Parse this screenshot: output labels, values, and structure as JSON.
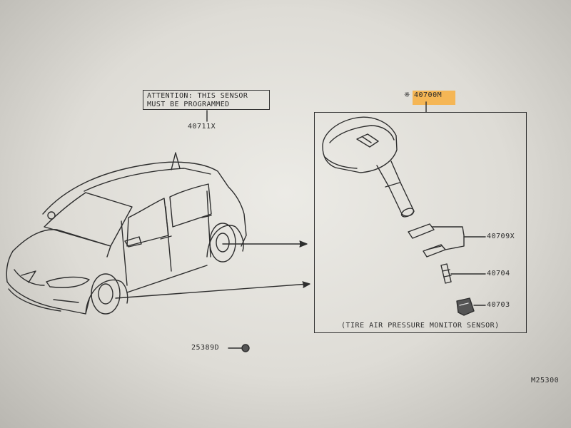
{
  "note": {
    "line1": "ATTENTION: THIS SENSOR",
    "line2": "MUST BE PROGRAMMED"
  },
  "parts": {
    "antenna_ref": "40711X",
    "assembly_ref": "40700M",
    "assembly_mark": "※",
    "cap_ref": "40709X",
    "valve_ref": "40704",
    "nut_ref": "40703",
    "clip_ref": "25389D"
  },
  "frame_caption": "(TIRE AIR PRESSURE MONITOR SENSOR)",
  "drawing_id": "M25300",
  "colors": {
    "highlight": "#f6b24a",
    "ink": "#2b2b2b"
  }
}
